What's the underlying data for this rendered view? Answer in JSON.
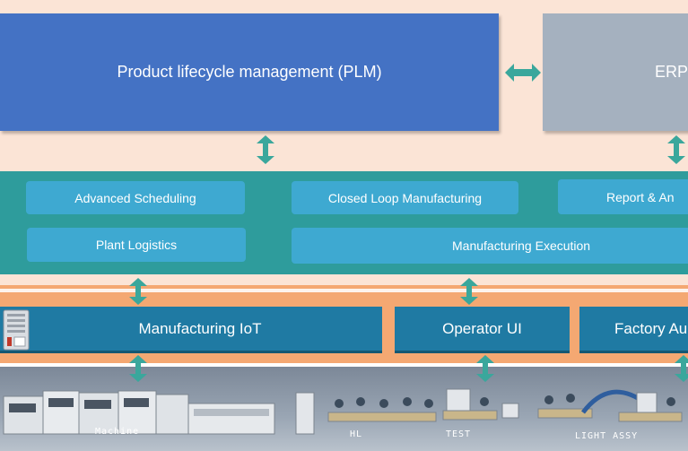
{
  "top_layer": {
    "plm_label": "Product lifecycle management (PLM)",
    "erp_label": "ERP"
  },
  "mes_layer": {
    "advanced_scheduling": "Advanced Scheduling",
    "closed_loop": "Closed Loop Manufacturing",
    "report": "Report & An",
    "plant_logistics": "Plant Logistics",
    "manufacturing_execution": "Manufacturing Execution"
  },
  "iot_layer": {
    "manufacturing_iot": "Manufacturing IoT",
    "operator_ui": "Operator UI",
    "factory": "Factory Au"
  },
  "floor": {
    "machine": "Machine",
    "hl": "HL",
    "test": "TEST",
    "light_assy": "LIGHT ASSY"
  },
  "colors": {
    "plm": "#4472c4",
    "erp": "#a5b1bf",
    "mes_band": "#2e9c9c",
    "mes_button": "#3ea9d1",
    "iot_bar": "#1f7aa3",
    "orange_band": "#f4a872",
    "arrow": "#3aa79c",
    "background": "#fbe4d6"
  }
}
